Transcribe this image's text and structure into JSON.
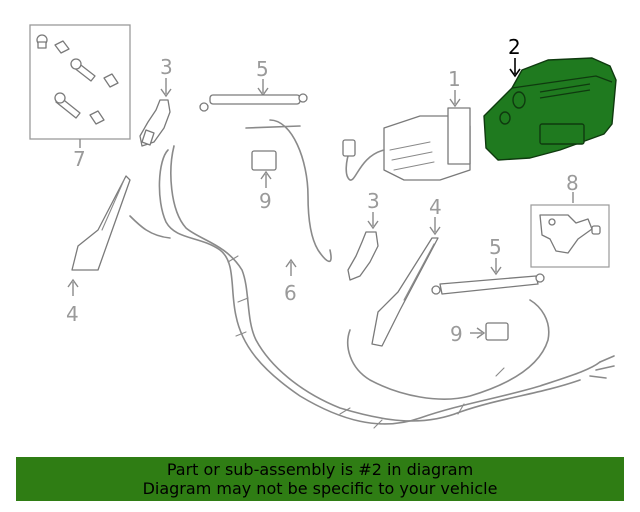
{
  "callouts": [
    {
      "label": "1",
      "highlighted": false
    },
    {
      "label": "2",
      "highlighted": true
    },
    {
      "label": "3",
      "highlighted": false
    },
    {
      "label": "3",
      "highlighted": false
    },
    {
      "label": "4",
      "highlighted": false
    },
    {
      "label": "4",
      "highlighted": false
    },
    {
      "label": "5",
      "highlighted": false
    },
    {
      "label": "5",
      "highlighted": false
    },
    {
      "label": "6",
      "highlighted": false
    },
    {
      "label": "7",
      "highlighted": false
    },
    {
      "label": "8",
      "highlighted": false
    },
    {
      "label": "9",
      "highlighted": false
    },
    {
      "label": "9",
      "highlighted": false
    }
  ],
  "highlight_color": "#1f7a1f",
  "banner": {
    "line1": "Part or sub-assembly is #2 in diagram",
    "line2": "Diagram may not be specific to your vehicle",
    "background": "#2f7d14"
  }
}
